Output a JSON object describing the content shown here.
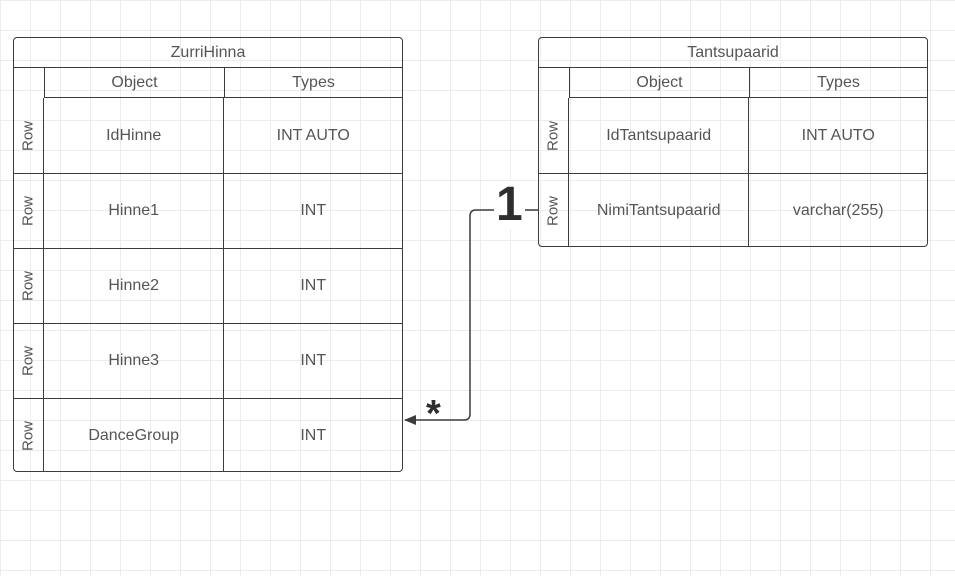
{
  "tables": [
    {
      "title": "ZurriHinna",
      "columns": [
        "Object",
        "Types"
      ],
      "row_label": "Row",
      "rows": [
        {
          "object": "IdHinne",
          "type": "INT AUTO"
        },
        {
          "object": "Hinne1",
          "type": "INT"
        },
        {
          "object": "Hinne2",
          "type": "INT"
        },
        {
          "object": "Hinne3",
          "type": "INT"
        },
        {
          "object": "DanceGroup",
          "type": "INT"
        }
      ]
    },
    {
      "title": "Tantsupaarid",
      "columns": [
        "Object",
        "Types"
      ],
      "row_label": "Row",
      "rows": [
        {
          "object": "IdTantsupaarid",
          "type": "INT AUTO"
        },
        {
          "object": "NimiTantsupaarid",
          "type": "varchar(255)"
        }
      ]
    }
  ],
  "relationship": {
    "one_label": "1",
    "many_label": "*"
  },
  "colors": {
    "border": "#3c3c3c",
    "text": "#555555",
    "grid": "#ececec"
  }
}
